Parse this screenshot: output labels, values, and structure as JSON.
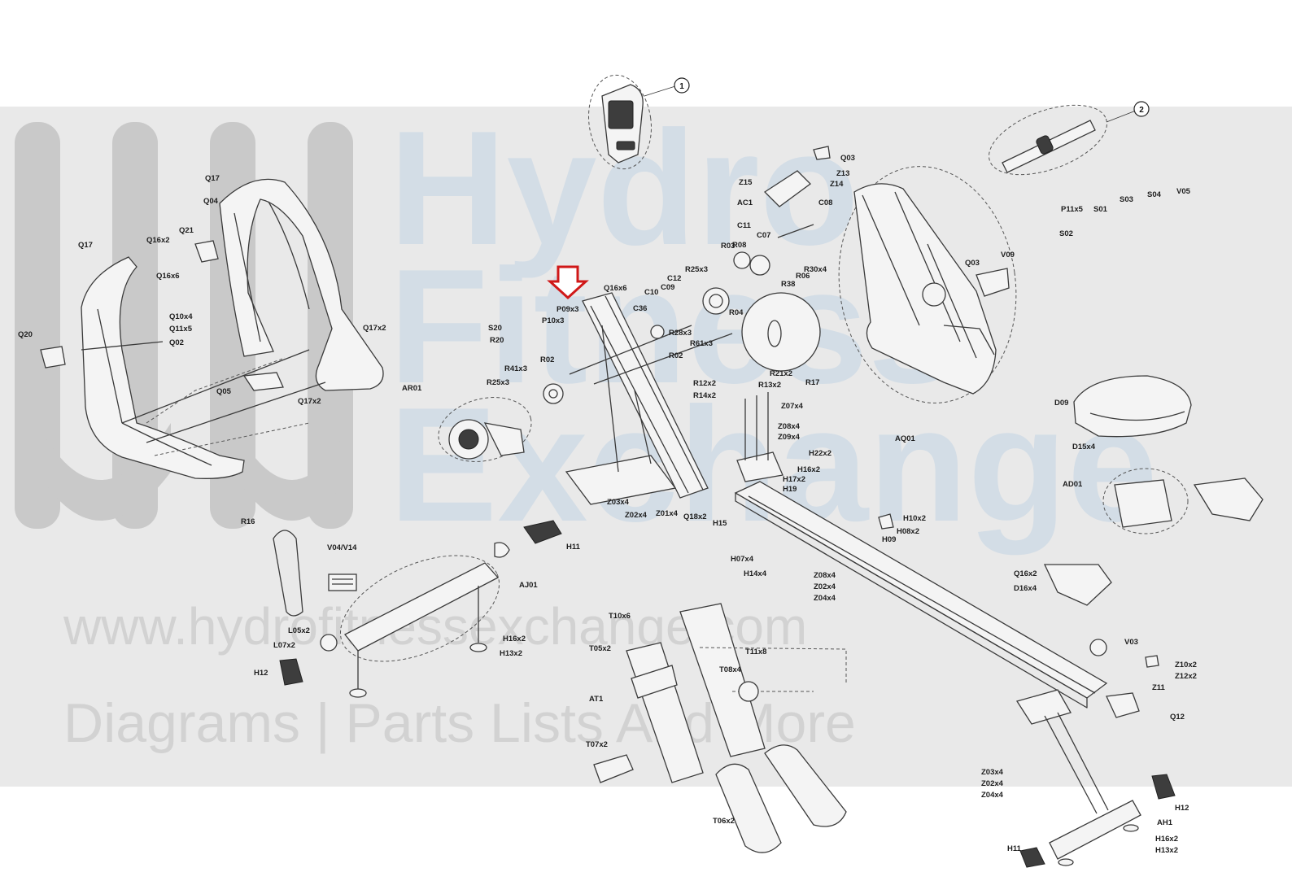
{
  "watermark": {
    "line1": "Hydro",
    "line2": "Fitness",
    "line3": "Exchange",
    "url": "www.hydrofitnessexchange.com",
    "tagline": "Diagrams | Parts Lists And More"
  },
  "callouts": [
    {
      "num": "1"
    },
    {
      "num": "2"
    }
  ],
  "highlight": {
    "target": "P09x3",
    "color": "#d01818"
  },
  "labels": [
    "Q17",
    "Q04",
    "Q16x2",
    "Q21",
    "Q17",
    "Q16x6",
    "Q10x4",
    "Q11x5",
    "Q20",
    "Q02",
    "Q17x2",
    "Q05",
    "Q17x2",
    "Q03",
    "Z13",
    "Z14",
    "Z15",
    "AC1",
    "C08",
    "C11",
    "C07",
    "R03",
    "R08",
    "R30x4",
    "R38",
    "R06",
    "R25x3",
    "C12",
    "C09",
    "C10",
    "C36",
    "Q16x6",
    "P09x3",
    "P10x3",
    "S20",
    "R20",
    "R28x3",
    "R02",
    "R04",
    "R61x3",
    "R41x3",
    "R25x3",
    "R02",
    "R12x2",
    "R14x2",
    "R13x2",
    "R21x2",
    "R17",
    "AR01",
    "Z07x4",
    "Z08x4",
    "Z09x4",
    "H22x2",
    "H16x2",
    "H17x2",
    "H19",
    "H10x2",
    "H08x2",
    "H09",
    "H15",
    "Z03x4",
    "Z02x4",
    "Z01x4",
    "Q18x2",
    "H11",
    "R16",
    "V04/V14",
    "AJ01",
    "L05x2",
    "L07x2",
    "H12",
    "H16x2",
    "H13x2",
    "P11x5",
    "S01",
    "S02",
    "S03",
    "S04",
    "V05",
    "V09",
    "Q03",
    "AQ01",
    "D09",
    "D15x4",
    "AD01",
    "Q16x2",
    "D16x4",
    "H07x4",
    "H14x4",
    "Z08x4",
    "Z02x4",
    "Z04x4",
    "T10x6",
    "T05x2",
    "T11x8",
    "T08x4",
    "AT1",
    "T07x2",
    "T06x2",
    "V03",
    "Z10x2",
    "Z12x2",
    "Z11",
    "Q12",
    "Z03x4",
    "Z02x4",
    "Z04x4",
    "H12",
    "AH1",
    "H16x2",
    "H13x2",
    "H11"
  ]
}
